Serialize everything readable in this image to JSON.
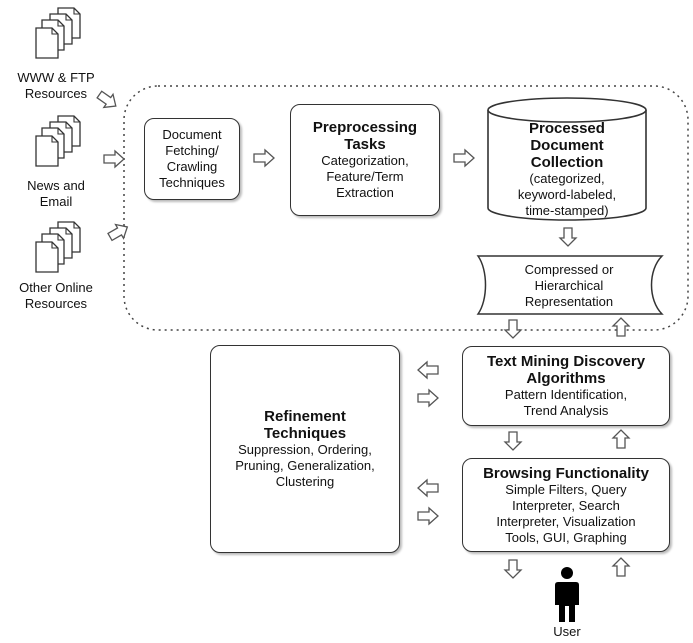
{
  "sources": {
    "www_ftp": [
      "WWW & FTP",
      "Resources"
    ],
    "news_email": [
      "News and",
      "Email"
    ],
    "other_online": [
      "Other Online",
      "Resources"
    ]
  },
  "doc_fetching": [
    "Document",
    "Fetching/",
    "Crawling",
    "Techniques"
  ],
  "preprocessing": {
    "title": [
      "Preprocessing",
      "Tasks"
    ],
    "body": [
      "Categorization,",
      "Feature/Term",
      "Extraction"
    ]
  },
  "processed_collection": {
    "title": [
      "Processed",
      "Document",
      "Collection"
    ],
    "body": [
      "(categorized,",
      "keyword-labeled,",
      "time-stamped)"
    ]
  },
  "compressed": [
    "Compressed or",
    "Hierarchical",
    "Representation"
  ],
  "text_mining": {
    "title": [
      "Text Mining Discovery",
      "Algorithms"
    ],
    "body": [
      "Pattern Identification,",
      "Trend Analysis"
    ]
  },
  "refinement": {
    "title": [
      "Refinement",
      "Techniques"
    ],
    "body": [
      "Suppression, Ordering,",
      "Pruning, Generalization,",
      "Clustering"
    ]
  },
  "browsing": {
    "title": [
      "Browsing Functionality"
    ],
    "body": [
      "Simple Filters, Query",
      "Interpreter, Search",
      "Interpreter, Visualization",
      "Tools, GUI, Graphing"
    ]
  },
  "user_label": "User"
}
